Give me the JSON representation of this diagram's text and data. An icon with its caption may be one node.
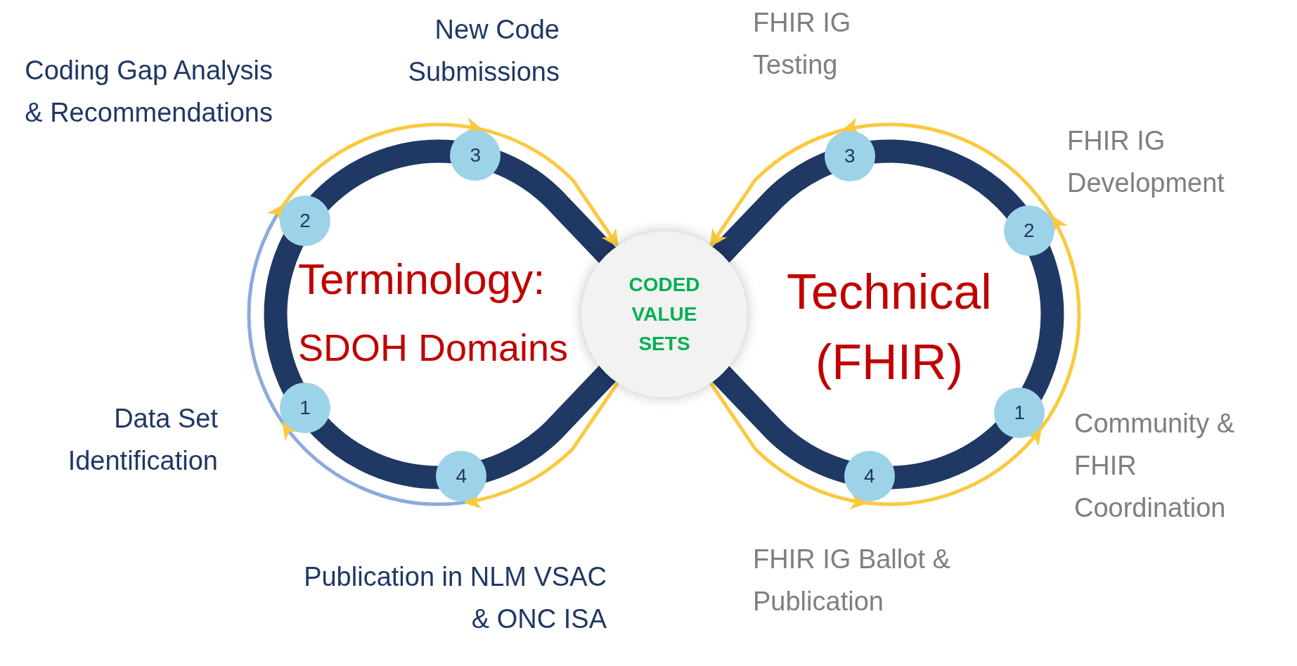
{
  "diagram": {
    "nodes": [
      {
        "text": [
          "CODED VALUE SETS"
        ]
      },
      {
        "text": [
          "1"
        ],
        "beside": [
          "Data Set Identification"
        ]
      },
      {
        "text": [
          "2"
        ],
        "beside": [
          "Coding Gap Analysis & Recommendations"
        ]
      },
      {
        "text": [
          "3"
        ],
        "beside": [
          "New Code Submissions"
        ]
      },
      {
        "text": [
          "4"
        ],
        "beside": [
          "Publication in NLM VSAC & ONC ISA"
        ]
      },
      {
        "text": [
          "1"
        ],
        "beside": [
          "Community & FHIR Coordination"
        ]
      },
      {
        "text": [
          "2"
        ],
        "beside": [
          "FHIR IG Development"
        ]
      },
      {
        "text": [
          "3"
        ],
        "beside": [
          "FHIR IG Testing"
        ]
      },
      {
        "text": [
          "4"
        ],
        "beside": [
          "FHIR IG Ballot & Publication"
        ]
      }
    ],
    "edges": [
      {
        "from": 1,
        "to": 2,
        "arrow": "to",
        "color": "#8eaadb"
      },
      {
        "from": 2,
        "to": 3,
        "arrow": "to"
      },
      {
        "from": 3,
        "to": 0,
        "arrow": "to"
      },
      {
        "from": 0,
        "to": 4,
        "arrow": "to"
      },
      {
        "from": 4,
        "to": 1,
        "arrow": "to",
        "color": "#8eaadb"
      },
      {
        "from": 0,
        "to": 8,
        "arrow": "to"
      },
      {
        "from": 8,
        "to": 5,
        "arrow": "to"
      },
      {
        "from": 5,
        "to": 6,
        "arrow": "to"
      },
      {
        "from": 6,
        "to": 7,
        "arrow": "to"
      },
      {
        "from": 7,
        "to": 0,
        "arrow": "to"
      }
    ],
    "labels": [
      "Terminology:",
      "SDOH Domains",
      "Technical (FHIR)"
    ]
  }
}
